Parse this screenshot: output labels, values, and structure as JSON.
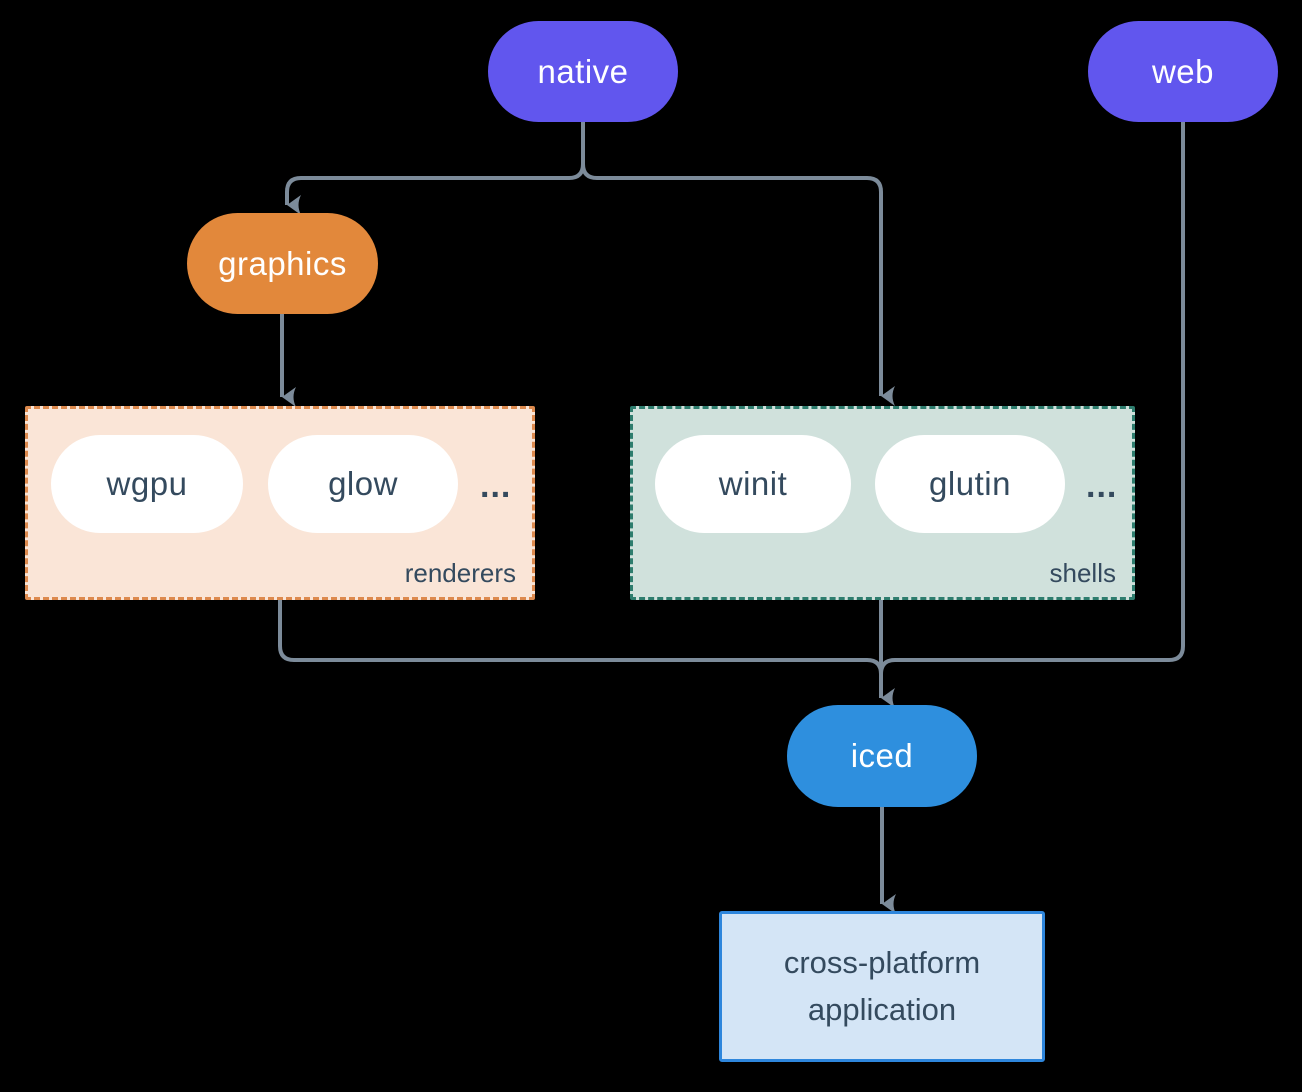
{
  "colors": {
    "background": "#000000",
    "connector": "#7c8b9a",
    "node_purple": "#6156ee",
    "node_orange": "#e2883b",
    "node_blue": "#2e8fde",
    "pill_white": "#ffffff",
    "dark_text": "#344a5e",
    "renderers_fill": "#fae5d7",
    "renderers_border": "#dd8a4e",
    "shells_fill": "#d0e1dc",
    "shells_border": "#2e7d6e",
    "app_fill": "#d4e5f6",
    "app_border": "#2e86dc"
  },
  "nodes": {
    "native": "native",
    "web": "web",
    "graphics": "graphics",
    "iced": "iced"
  },
  "groups": {
    "renderers": {
      "label": "renderers",
      "items": [
        "wgpu",
        "glow"
      ],
      "more": "..."
    },
    "shells": {
      "label": "shells",
      "items": [
        "winit",
        "glutin"
      ],
      "more": "..."
    }
  },
  "application": {
    "line1": "cross-platform",
    "line2": "application"
  }
}
